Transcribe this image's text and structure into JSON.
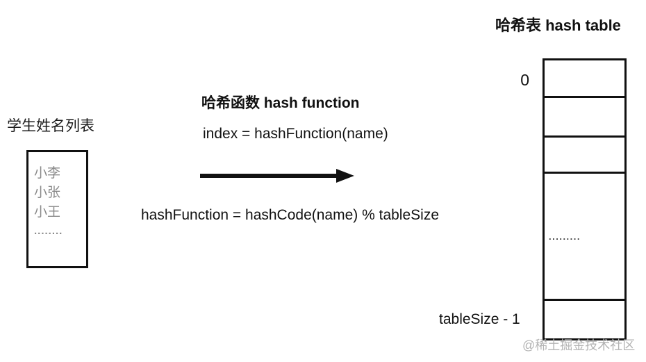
{
  "left": {
    "title": "学生姓名列表",
    "items": [
      "小李",
      "小张",
      "小王",
      "........"
    ]
  },
  "middle": {
    "title": "哈希函数 hash function",
    "formula_index": "index = hashFunction(name)",
    "formula_hash": "hashFunction = hashCode(name) % tableSize"
  },
  "right": {
    "title": "哈希表 hash table",
    "first_index_label": "0",
    "last_index_label": "tableSize - 1",
    "cells": [
      "",
      "",
      "",
      ".........",
      ""
    ]
  },
  "watermark": "@稀土掘金技术社区",
  "colors": {
    "line": "#111111",
    "muted_text": "#8a8a8a",
    "cell_dots": "#3f3f3f",
    "watermark": "#b3b3b3",
    "background": "#ffffff"
  }
}
